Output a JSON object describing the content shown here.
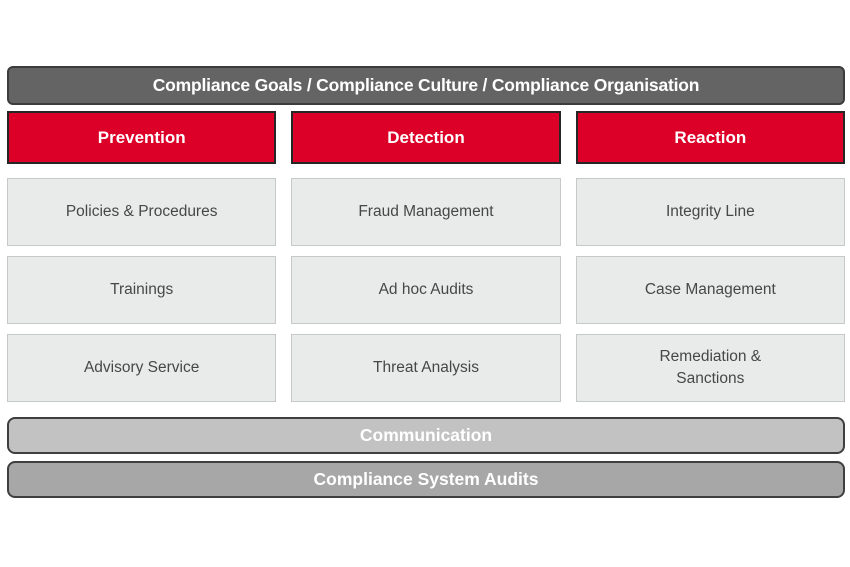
{
  "diagram": {
    "title_bar": {
      "label": "Compliance Goals / Compliance Culture / Compliance Organisation"
    },
    "columns": [
      {
        "header": "Prevention",
        "items": [
          "Policies & Procedures",
          "Trainings",
          "Advisory Service"
        ]
      },
      {
        "header": "Detection",
        "items": [
          "Fraud Management",
          "Ad hoc Audits",
          "Threat Analysis"
        ]
      },
      {
        "header": "Reaction",
        "items": [
          "Integrity Line",
          "Case Management",
          "Remediation & Sanctions"
        ]
      }
    ],
    "footer_bars": [
      {
        "label": "Communication"
      },
      {
        "label": "Compliance System Audits"
      }
    ],
    "colors": {
      "title_bar_fill": "#646464",
      "title_bar_border": "#3c3c3c",
      "column_header_fill": "#dc0028",
      "column_header_border": "#262626",
      "cell_fill": "#e9eaea",
      "cell_border": "#c6c9ca",
      "cell_text": "#474747",
      "communication_fill": "#c2c2c2",
      "audits_fill": "#a7a7a7",
      "footer_border": "#3f3f3f",
      "bar_text": "#ffffff"
    }
  }
}
